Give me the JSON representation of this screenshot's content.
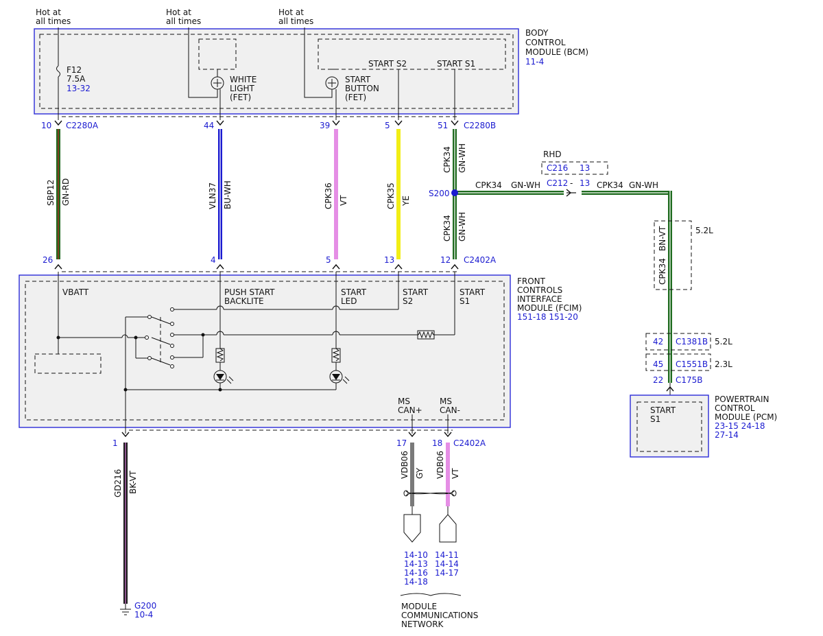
{
  "power": {
    "hot1": [
      "Hot at",
      "all times"
    ],
    "hot2": [
      "Hot at",
      "all times"
    ],
    "hot3": [
      "Hot at",
      "all times"
    ]
  },
  "bcm": {
    "name": [
      "BODY",
      "CONTROL",
      "MODULE (BCM)"
    ],
    "ref": "11-4",
    "fuse": [
      "F12",
      "7.5A"
    ],
    "fuse_ref": "13-32",
    "white_light": [
      "WHITE",
      "LIGHT",
      "(FET)"
    ],
    "start_button": [
      "START",
      "BUTTON",
      "(FET)"
    ],
    "start_s2": "START S2",
    "start_s1": "START S1"
  },
  "fcim": {
    "name": [
      "FRONT",
      "CONTROLS",
      "INTERFACE",
      "MODULE (FCIM)"
    ],
    "ref": "151-18  151-20",
    "vbatt": "VBATT",
    "push": [
      "PUSH START",
      "BACKLITE"
    ],
    "led": [
      "START",
      "LED"
    ],
    "s2": [
      "START",
      "S2"
    ],
    "s1": [
      "START",
      "S1"
    ],
    "can_p": [
      "MS",
      "CAN+"
    ],
    "can_m": [
      "MS",
      "CAN-"
    ]
  },
  "pcm": {
    "name": [
      "POWERTRAIN",
      "CONTROL",
      "MODULE (PCM)"
    ],
    "ref": [
      "23-15  24-18",
      "27-14"
    ],
    "s1": [
      "START",
      "S1"
    ]
  },
  "connectors": {
    "c2280a": "C2280A",
    "c2280b": "C2280B",
    "c2402a_top": "C2402A",
    "c2402a_bot": "C2402A",
    "c216": "C216",
    "c212": "C212",
    "c1381b": "C1381B",
    "c1551b": "C1551B",
    "c175b": "C175B",
    "s200": "S200",
    "g200": "G200",
    "g200_ref": "10-4"
  },
  "pins": {
    "p10": "10",
    "p44": "44",
    "p39": "39",
    "p5": "5",
    "p51": "51",
    "p26": "26",
    "p4": "4",
    "p5b": "5",
    "p13": "13",
    "p12": "12",
    "p13a": "13",
    "p13b": "13",
    "p42": "42",
    "p45": "45",
    "p22": "22",
    "p1": "1",
    "p17": "17",
    "p18": "18"
  },
  "labels": {
    "rhd": "RHD",
    "dash": "-",
    "v52a": "5.2L",
    "v52b": "5.2L",
    "v23": "2.3L",
    "mcn": [
      "MODULE",
      "COMMUNICATIONS",
      "NETWORK"
    ]
  },
  "wires": [
    {
      "circuit": "SBP12",
      "color": "GN-RD",
      "stroke": "#1f6b1f",
      "stripe": "#c42020"
    },
    {
      "circuit": "VLN37",
      "color": "BU-WH",
      "stroke": "#1a1ad0",
      "stripe": "#ffffff"
    },
    {
      "circuit": "CPK36",
      "color": "VT",
      "stroke": "#e58ee5",
      "stripe": ""
    },
    {
      "circuit": "CPK35",
      "color": "YE",
      "stroke": "#f2ee16",
      "stripe": ""
    },
    {
      "circuit": "CPK34",
      "color": "GN-WH",
      "stroke": "#1f6b1f",
      "stripe": "#ffffff"
    },
    {
      "circuit": "CPK34",
      "color": "BN-VT",
      "stroke": "#1f6b1f",
      "stripe": "#ffffff"
    },
    {
      "circuit": "GD216",
      "color": "BK-VT",
      "stroke": "#1a1a1a",
      "stripe": "#d97ad9"
    },
    {
      "circuit": "VDB06",
      "color": "GY",
      "stroke": "#7a7a7a",
      "stripe": ""
    },
    {
      "circuit": "VDB06",
      "color": "VT",
      "stroke": "#e58ee5",
      "stripe": ""
    }
  ],
  "network_refs": {
    "left": [
      "14-10",
      "14-13",
      "14-16",
      "14-18"
    ],
    "right": [
      "14-11",
      "14-14",
      "14-17"
    ]
  }
}
